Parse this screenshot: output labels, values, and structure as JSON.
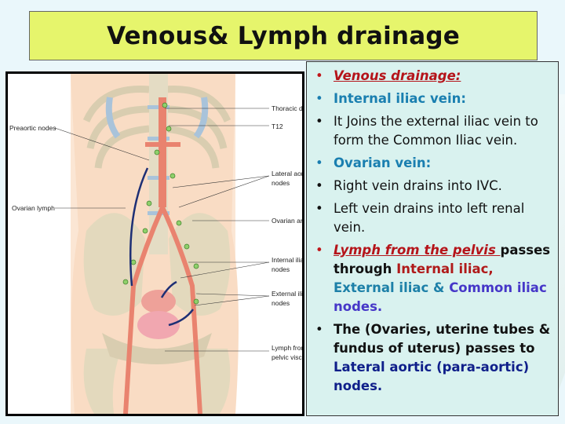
{
  "title": "Venous& Lymph drainage",
  "figure": {
    "labels": {
      "thoracic_duct": "Thoracic duct",
      "t12": "T12",
      "preaortic_nodes": "Preaortic nodes",
      "lateral_aortic_nodes_1": "Lateral aortic",
      "lateral_aortic_nodes_2": "nodes",
      "ovarian_lymph": "Ovarian lymph",
      "ovarian_artery": "Ovarian artery",
      "internal_iliac_nodes_1": "Internal iliac",
      "internal_iliac_nodes_2": "nodes",
      "external_iliac_nodes_1": "External iliac",
      "external_iliac_nodes_2": "nodes",
      "lymph_pelvic_1": "Lymph from",
      "lymph_pelvic_2": "pelvic viscera"
    }
  },
  "bullets": {
    "b1": "Venous drainage:",
    "b2": "Internal iliac vein:",
    "b3": "It Joins the external iliac vein to form the Common Iliac vein.",
    "b4": "Ovarian vein:",
    "b5": "Right vein drains into IVC.",
    "b6": "Left vein drains into left renal vein.",
    "b7": {
      "p1": "Lymph from the pelvis ",
      "p2": "passes through ",
      "p3": "Internal iliac,",
      "p4": "External iliac ",
      "p5": " & ",
      "p6": "Common iliac nodes."
    },
    "b8": {
      "p1": "The (Ovaries, uterine tubes & fundus of uterus) passes to ",
      "p2": "Lateral aortic (para-aortic) nodes."
    }
  },
  "colors": {
    "title_bg": "#e6f56c",
    "textbox_bg": "#d9f2ef",
    "red": "#b5141a",
    "teal": "#1a7fb0",
    "purple": "#4637c8",
    "navy": "#0f1f8a"
  }
}
